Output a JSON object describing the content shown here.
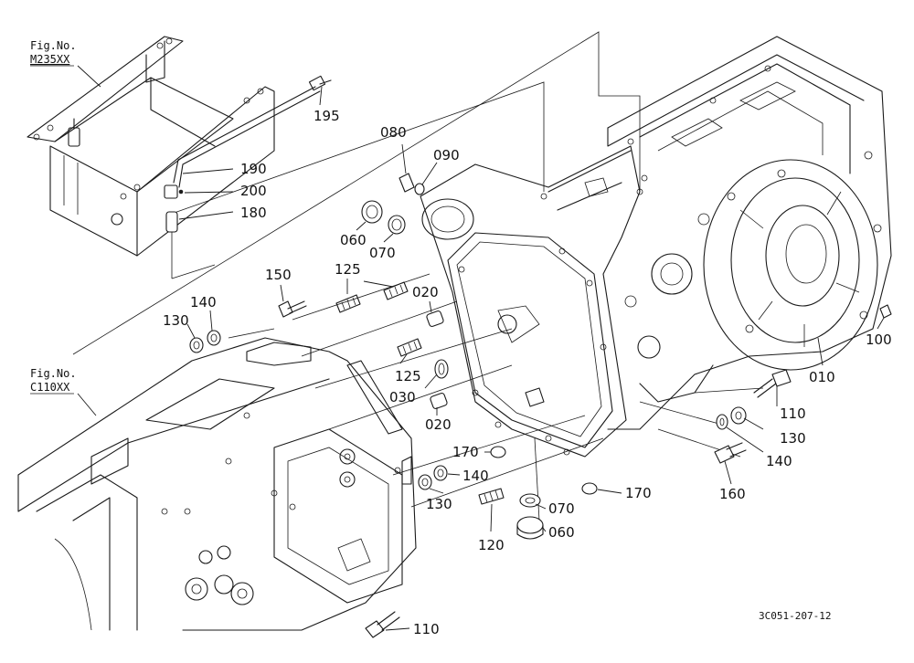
{
  "figure_refs": [
    {
      "line1": "Fig.No.",
      "line2": "M235XX"
    },
    {
      "line1": "Fig.No.",
      "line2": "C110XX"
    }
  ],
  "callouts": [
    "195",
    "190",
    "200",
    "180",
    "080",
    "090",
    "060",
    "070",
    "150",
    "125",
    "020",
    "140",
    "130",
    "125",
    "030",
    "020",
    "100",
    "010",
    "110",
    "130",
    "140",
    "170",
    "140",
    "130",
    "170",
    "070",
    "120",
    "060",
    "160",
    "110"
  ],
  "drawing_id": "3C051-207-12",
  "colors": {
    "line": "#1a1a1a",
    "background": "#ffffff"
  }
}
